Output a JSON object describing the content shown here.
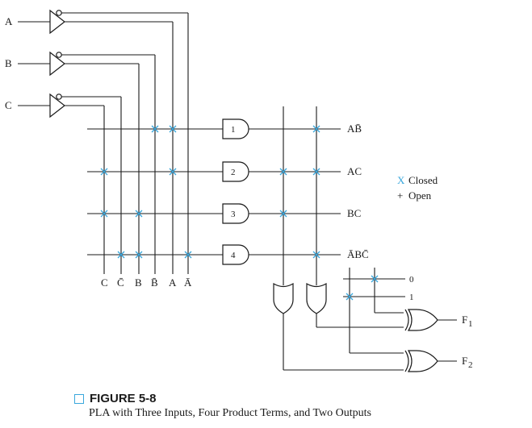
{
  "inputs": [
    "A",
    "B",
    "C"
  ],
  "column_labels": [
    "C",
    "C̄",
    "B",
    "B̄",
    "A",
    "Ā"
  ],
  "gates": [
    "1",
    "2",
    "3",
    "4"
  ],
  "product_terms": [
    "AB̄",
    "AC",
    "BC",
    "ĀBC̄"
  ],
  "constants": [
    "0",
    "1"
  ],
  "outputs": [
    "F",
    "F"
  ],
  "output_subscripts": [
    "1",
    "2"
  ],
  "legend": {
    "closed_symbol": "X",
    "closed_label": "Closed",
    "open_symbol": "+",
    "open_label": "Open"
  },
  "caption": {
    "title": "FIGURE 5-8",
    "subtitle": "PLA with Three Inputs, Four Product Terms, and Two Outputs"
  },
  "colors": {
    "accent": "#3aa7dc",
    "ink": "#1a1a1a"
  }
}
